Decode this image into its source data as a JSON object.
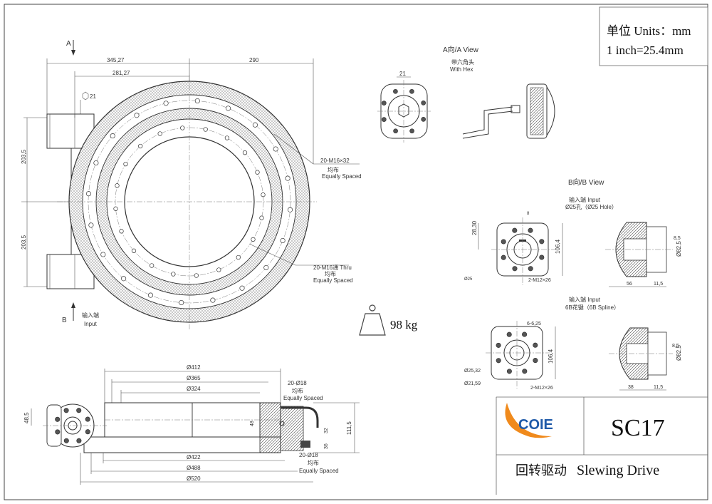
{
  "units": {
    "line1": "单位 Units：mm",
    "line2": "1 inch=25.4mm"
  },
  "view_markers": {
    "a": "A",
    "b": "B"
  },
  "top_view": {
    "dim_345": "345,27",
    "dim_290": "290",
    "dim_281": "281,27",
    "hex_21": "21",
    "dim_203_top": "203,5",
    "dim_203_bot": "203,5",
    "outer_holes_spec": "20-M16×32",
    "outer_holes_cn": "均布",
    "outer_holes_en": "Equally Spaced",
    "inner_holes_spec": "20-M16通 Thru",
    "inner_holes_cn": "均布",
    "inner_holes_en": "Equally Spaced",
    "input_cn": "输入端",
    "input_en": "Input"
  },
  "weight": "98 kg",
  "a_view": {
    "title": "A向/A View",
    "dim": "21",
    "hex_cn": "带六角头",
    "hex_en": "With Hex"
  },
  "b_view": {
    "title": "B向/B View",
    "input_hole_cn": "输入端   Input",
    "input_hole_size": "Ø25孔（Ø25 Hole）",
    "dim_8": "8",
    "dim_28": "28,30",
    "dim_25": "Ø25",
    "dim_106a": "106,4",
    "tap_a": "2-M12×26",
    "dim_85a": "8,5",
    "dim_825a": "Ø82,5",
    "dim_56": "56",
    "dim_115a": "11,5",
    "input_spline_cn": "输入端   Input",
    "input_spline_size": "6B花键（6B Spline）",
    "dim_625": "6-6,25",
    "dim_2532": "Ø25,32",
    "dim_2159": "Ø21,59",
    "dim_106b": "106,4",
    "tap_b": "2-M12×26",
    "dim_85b": "8,5",
    "dim_825b": "Ø82,5",
    "dim_38": "38",
    "dim_115b": "11,5"
  },
  "section": {
    "d412": "Ø412",
    "d365": "Ø365",
    "d324": "Ø324",
    "top_holes_spec": "20-Ø18",
    "top_holes_cn": "均布",
    "top_holes_en": "Equally Spaced",
    "d422": "Ø422",
    "d488": "Ø488",
    "d520": "Ø520",
    "bot_holes_spec": "20-Ø18",
    "bot_holes_cn": "均布",
    "bot_holes_en": "Equally Spaced",
    "h485": "48,5",
    "h1115": "111,5",
    "h48": "48",
    "h32": "32",
    "h36": "36"
  },
  "title_block": {
    "logo": "COIE",
    "model": "SC17",
    "name_cn": "回转驱动",
    "name_en": "Slewing Drive",
    "logo_color": "#1f5aa8",
    "swoosh_color": "#f08a1c"
  }
}
